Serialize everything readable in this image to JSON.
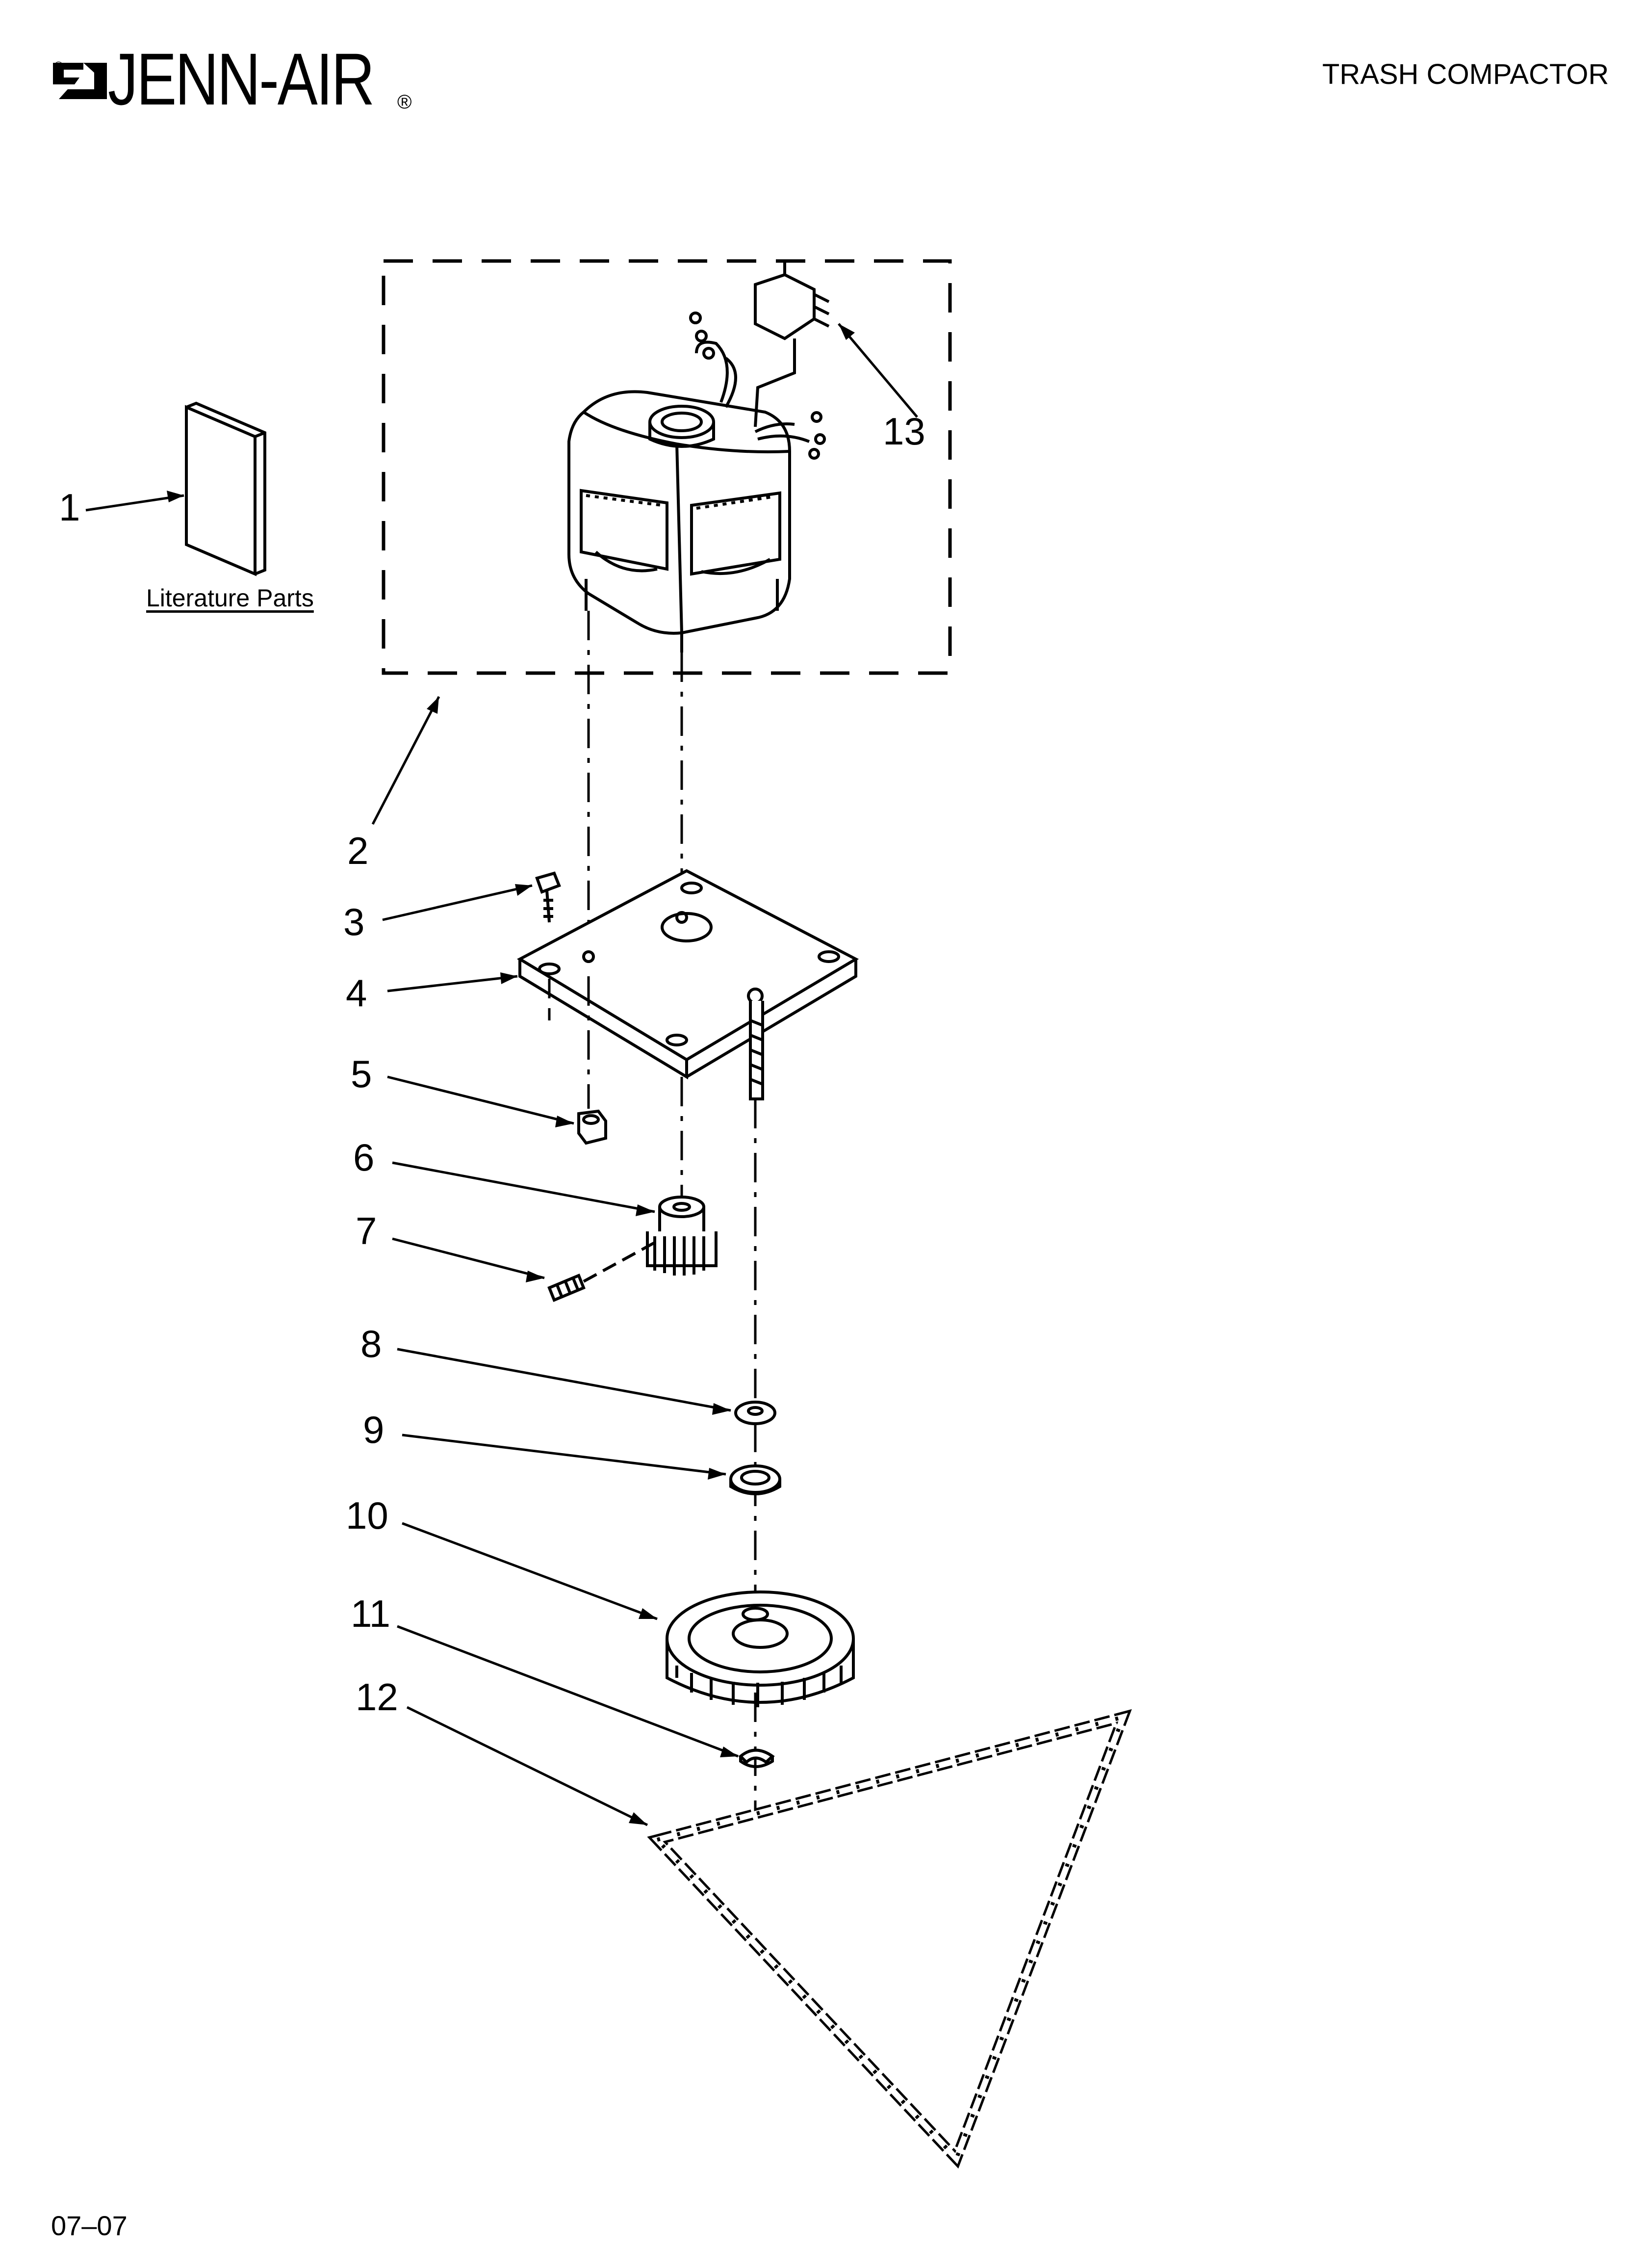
{
  "header": {
    "brand": "JENN-AIR",
    "registered_mark": "®",
    "product": "TRASH COMPACTOR"
  },
  "literature": {
    "label": "Literature Parts"
  },
  "callouts": [
    {
      "id": "1",
      "part": "literature-book"
    },
    {
      "id": "2",
      "part": "motor-assembly"
    },
    {
      "id": "3",
      "part": "screw"
    },
    {
      "id": "4",
      "part": "motor-mounting-plate"
    },
    {
      "id": "5",
      "part": "nut"
    },
    {
      "id": "6",
      "part": "drive-pinion"
    },
    {
      "id": "7",
      "part": "set-screw"
    },
    {
      "id": "8",
      "part": "washer"
    },
    {
      "id": "9",
      "part": "bearing"
    },
    {
      "id": "10",
      "part": "sprocket"
    },
    {
      "id": "11",
      "part": "retaining-ring"
    },
    {
      "id": "12",
      "part": "drive-chain"
    },
    {
      "id": "13",
      "part": "switch"
    }
  ],
  "footer": {
    "code": "07–07"
  }
}
